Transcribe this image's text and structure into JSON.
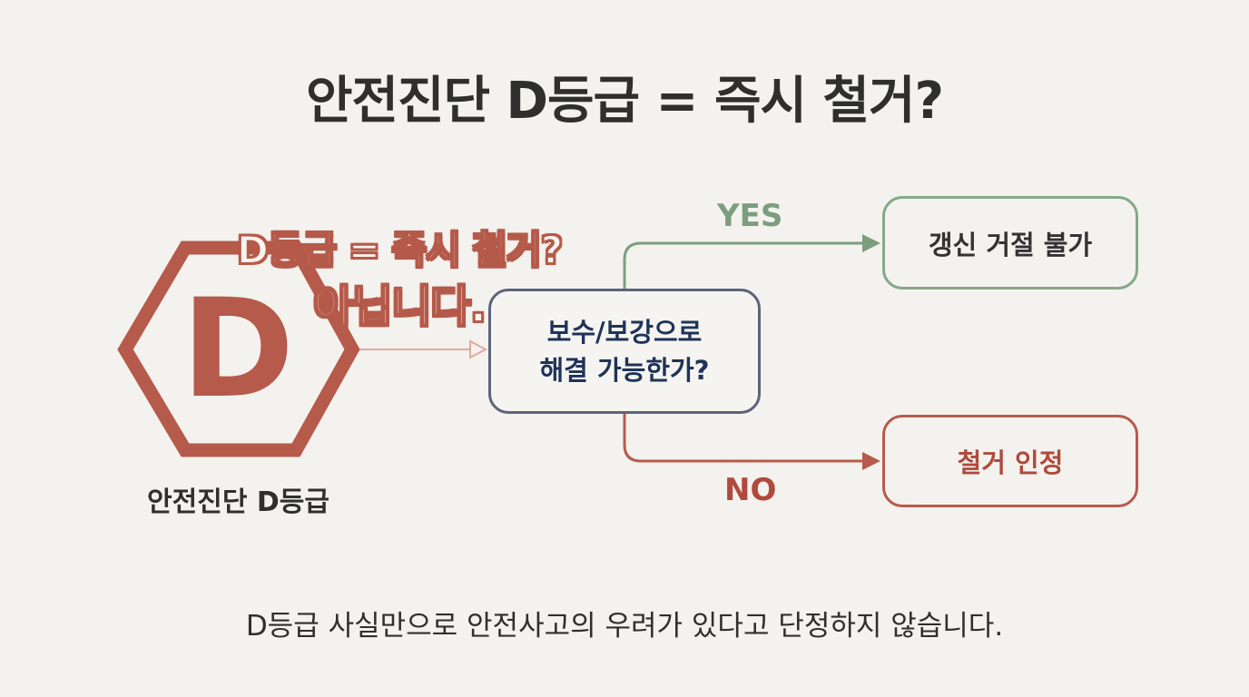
{
  "title": "안전진단 D등급 = 즉시 철거?",
  "grade_badge": {
    "letter": "D",
    "label": "안전진단 D등급"
  },
  "stamp": {
    "line1": "D등급 = 즉시 철거?",
    "line2": "아닙니다."
  },
  "decision": {
    "question_line1": "보수/보강으로",
    "question_line2": "해결 가능한가?"
  },
  "branches": {
    "yes": {
      "label": "YES",
      "outcome": "갱신 거절 불가"
    },
    "no": {
      "label": "NO",
      "outcome": "철거 인정"
    }
  },
  "footer": "D등급 사실만으로 안전사고의 우려가 있다고 단정하지 않습니다.",
  "colors": {
    "red": "#b65a4b",
    "green": "#7c9e7f",
    "navy": "#1f3358",
    "background": "#f3f2ee"
  }
}
